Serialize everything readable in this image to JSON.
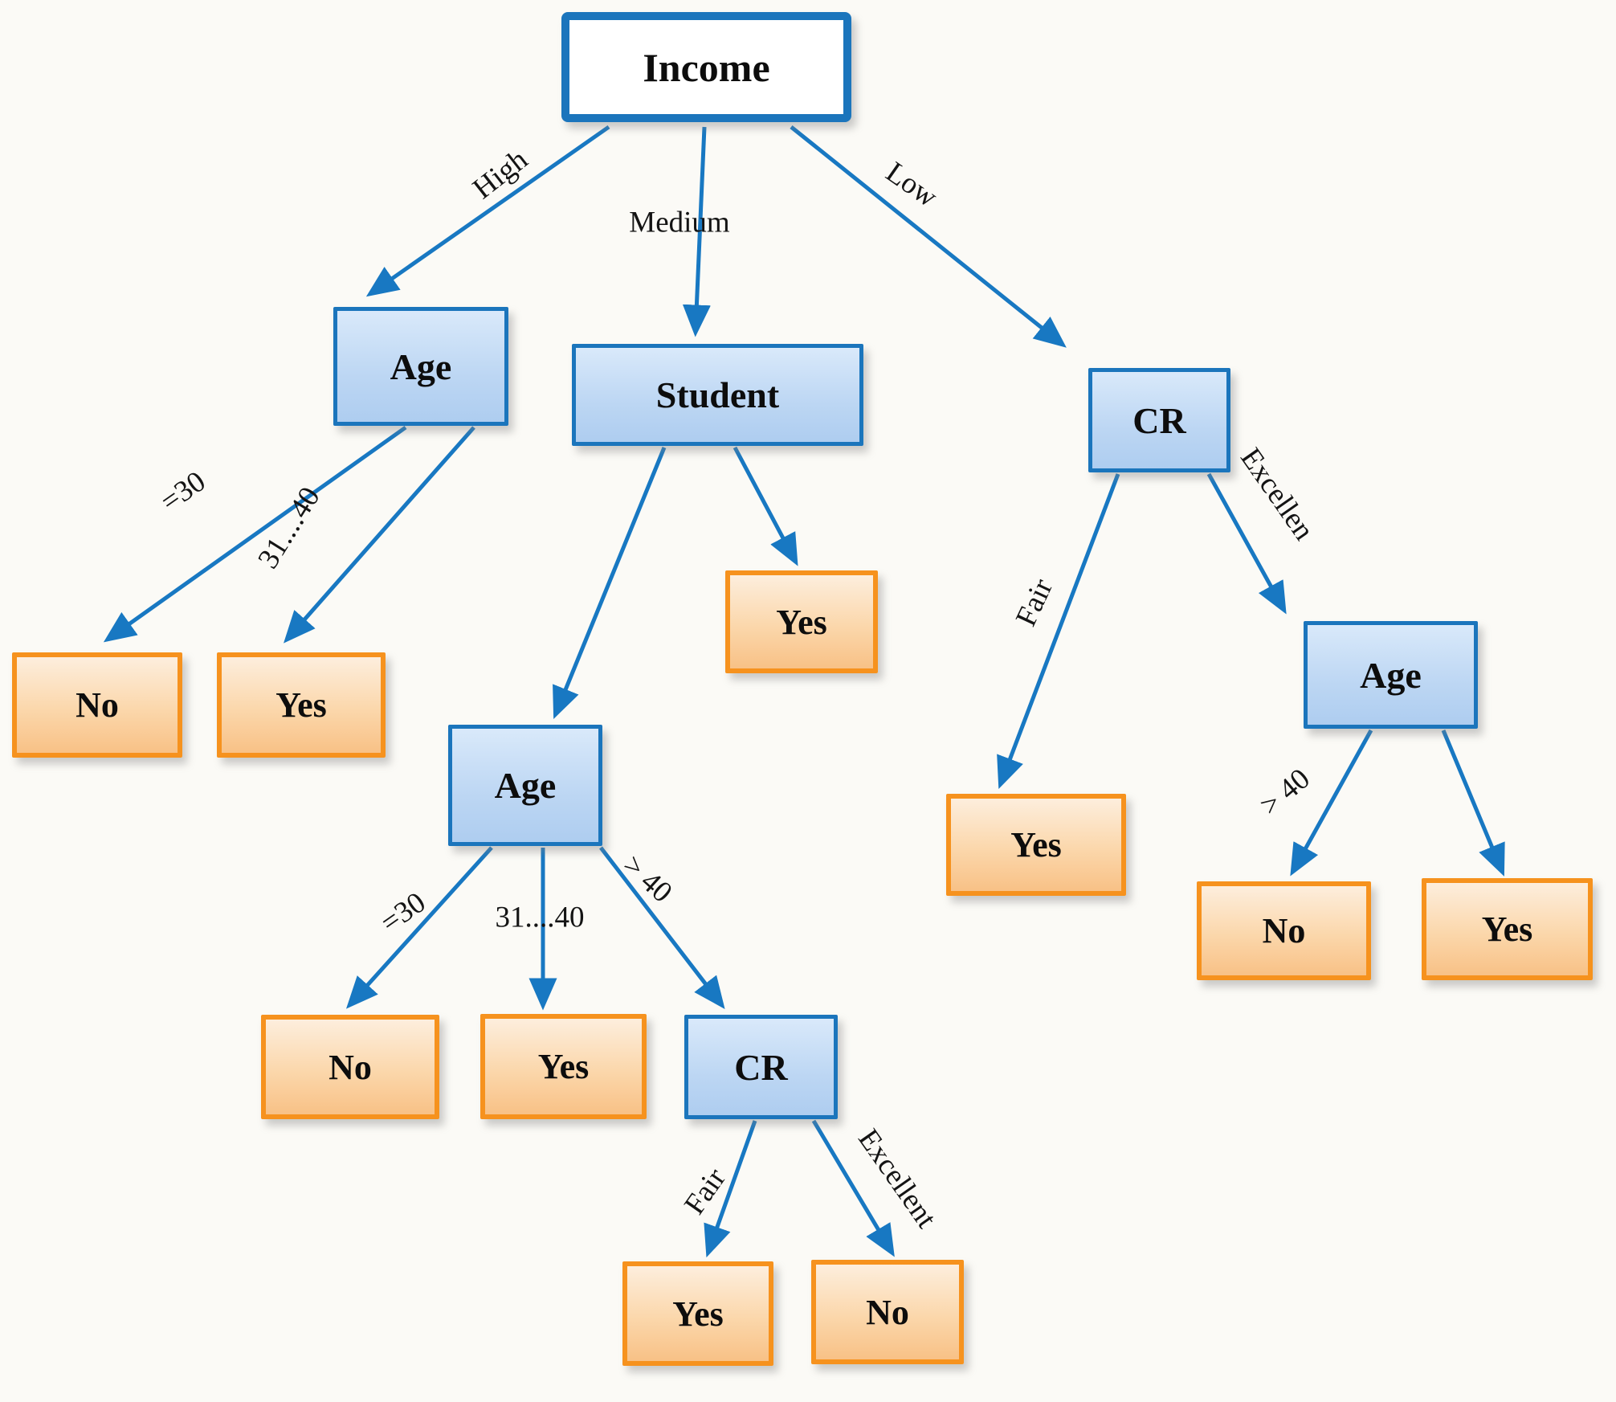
{
  "figure": {
    "type": "decision-tree",
    "colors": {
      "background": "#fbfaf6",
      "decision_node_border": "#1b75bc",
      "decision_node_fill_top": "#d9e9fa",
      "decision_node_fill_bottom": "#aecdf0",
      "leaf_node_border": "#f6921e",
      "leaf_node_fill_top": "#fdeedd",
      "leaf_node_fill_bottom": "#f8c186",
      "root_fill": "#ffffff",
      "arrow": "#1878c2",
      "text": "#0d0d0d"
    }
  },
  "nodes": {
    "income": {
      "label": "Income"
    },
    "age_high": {
      "label": "Age"
    },
    "student": {
      "label": "Student"
    },
    "cr_low": {
      "label": "CR"
    },
    "age_low": {
      "label": "Age"
    },
    "age_medium": {
      "label": "Age"
    },
    "cr_medium": {
      "label": "CR"
    }
  },
  "leaves": {
    "no_high": {
      "label": "No"
    },
    "yes_high": {
      "label": "Yes"
    },
    "yes_student": {
      "label": "Yes"
    },
    "yes_fair_low": {
      "label": "Yes"
    },
    "no_low": {
      "label": "No"
    },
    "yes_low": {
      "label": "Yes"
    },
    "no_medium": {
      "label": "No"
    },
    "yes_medium": {
      "label": "Yes"
    },
    "yes_cr_medium": {
      "label": "Yes"
    },
    "no_cr_medium": {
      "label": "No"
    }
  },
  "edge_labels": {
    "high": "High",
    "medium": "Medium",
    "low": "Low",
    "le30_high": "=30",
    "range31_40_high": "31....40",
    "fair_low": "Fair",
    "excellent_low": "Excellen",
    "gt40_low": "> 40",
    "le30_medium": "=30",
    "range31_40_medium": "31....40",
    "gt40_medium": "> 40",
    "fair_medium": "Fair",
    "excellent_medium": "Excellent"
  }
}
